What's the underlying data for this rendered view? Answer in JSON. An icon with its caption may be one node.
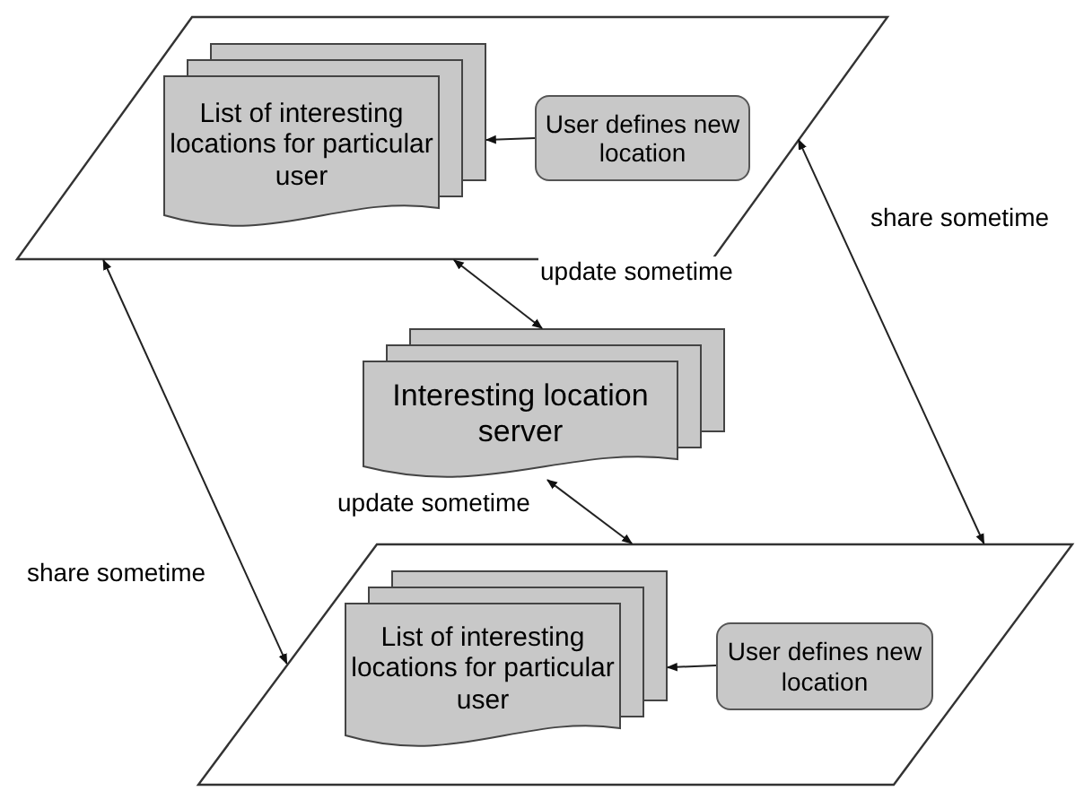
{
  "diagram": {
    "nodes": [
      {
        "text": [],
        "shape": "parallelogram"
      },
      {
        "text": [
          "List of interesting locations for particular user"
        ],
        "in": 0
      },
      {
        "text": [
          "User defines new location"
        ],
        "in": 0
      },
      {
        "text": [
          "Interesting location server"
        ]
      },
      {
        "text": [],
        "shape": "parallelogram"
      },
      {
        "text": [
          "List of interesting locations for particular user"
        ],
        "in": 4
      },
      {
        "text": [
          "User defines new location"
        ],
        "in": 4
      }
    ],
    "edges": [
      {
        "from": 2,
        "to": 1,
        "arrow": "to"
      },
      {
        "from": 0,
        "to": 3,
        "arrow": "both",
        "label": "update sometime"
      },
      {
        "from": 3,
        "to": 4,
        "arrow": "both",
        "label": "update sometime"
      },
      {
        "from": 0,
        "to": 4,
        "arrow": "both",
        "label": "share sometime"
      },
      {
        "from": 0,
        "to": 4,
        "arrow": "both",
        "label": "share sometime"
      },
      {
        "from": 6,
        "to": 5,
        "arrow": "to"
      }
    ]
  }
}
